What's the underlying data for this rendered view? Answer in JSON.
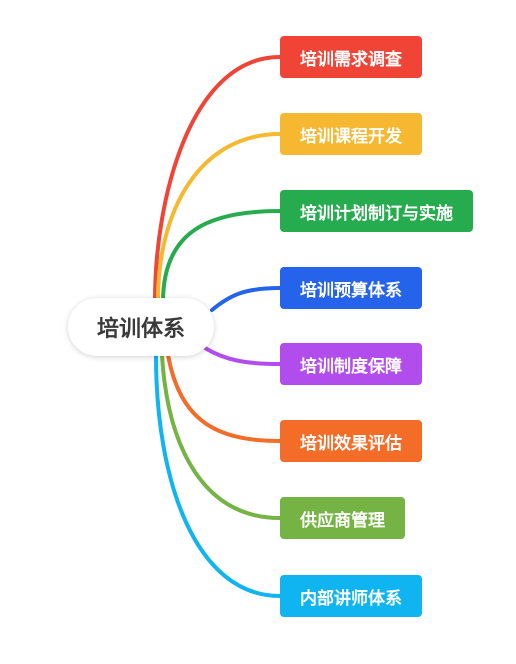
{
  "root": {
    "label": "培训体系"
  },
  "branches": [
    {
      "label": "培训需求调查",
      "color": "#f04437"
    },
    {
      "label": "培训课程开发",
      "color": "#f6b830"
    },
    {
      "label": "培训计划制订与实施",
      "color": "#27ab4f"
    },
    {
      "label": "培训预算体系",
      "color": "#2563eb"
    },
    {
      "label": "培训制度保障",
      "color": "#b14ced"
    },
    {
      "label": "培训效果评估",
      "color": "#f36c28"
    },
    {
      "label": "供应商管理",
      "color": "#76b345"
    },
    {
      "label": "内部讲师体系",
      "color": "#0fb4f0"
    }
  ]
}
